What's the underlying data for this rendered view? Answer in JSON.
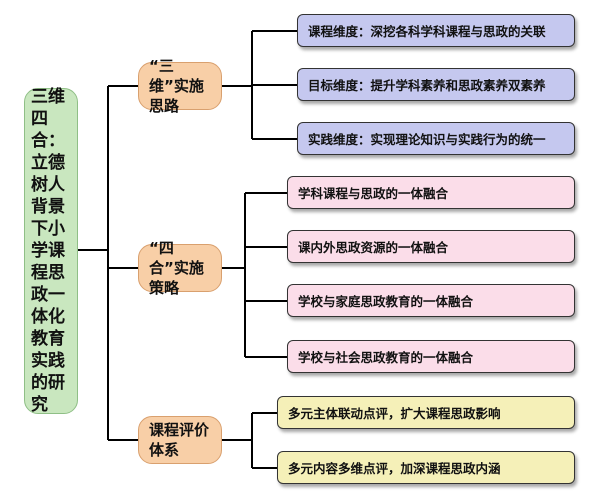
{
  "root": {
    "label": "三维四合：立德树人背景下小学课程思政一体化教育实践的研究"
  },
  "branches": [
    {
      "label": "“三维”实施　思路",
      "leaves": [
        "课程维度：深挖各科学科课程与思政的关联",
        "目标维度：提升学科素养和思政素养双素养",
        "实践维度：实现理论知识与实践行为的统一"
      ]
    },
    {
      "label": "“四合”实施策略",
      "leaves": [
        "学科课程与思政的一体融合",
        "课内外思政资源的一体融合",
        "学校与家庭思政教育的一体融合",
        "学校与社会思政教育的一体融合"
      ]
    },
    {
      "label": "课程评价体系",
      "leaves": [
        "多元主体联动点评，扩大课程思政影响",
        "多元内容多维点评，加深课程思政内涵"
      ]
    }
  ],
  "colors": {
    "root": "#c9e7bf",
    "branch": "#f8cfa7",
    "leaf_blue": "#c5c8ef",
    "leaf_pink": "#fbdde9",
    "leaf_yellow": "#f5f0b8",
    "line": "#000000"
  }
}
